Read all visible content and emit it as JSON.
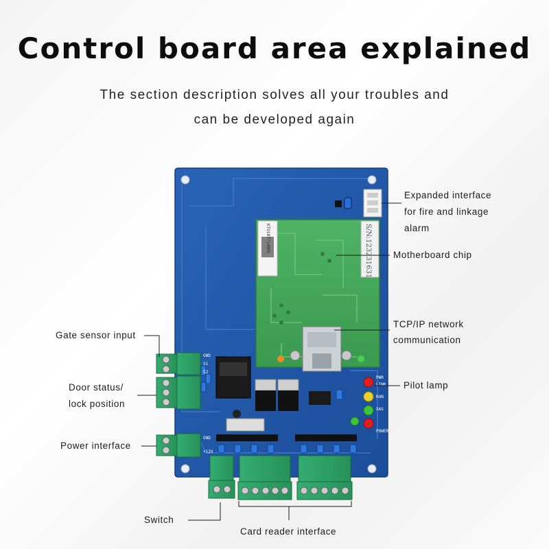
{
  "title": "Control board area explained",
  "subtitle_lines": [
    "The section description solves all your troubles and",
    "can be developed again"
  ],
  "labels": {
    "expanded_interface": [
      "Expanded interface",
      "for fire and linkage",
      "alarm"
    ],
    "motherboard_chip": "Motherboard chip",
    "tcpip": [
      "TCP/IP network",
      "communication"
    ],
    "pilot_lamp": "Pilot lamp",
    "gate_sensor": "Gate sensor input",
    "door_status": [
      "Door status/",
      "lock position"
    ],
    "power_interface": "Power interface",
    "switch": "Switch",
    "card_reader": "Card reader interface"
  },
  "board_text": {
    "serial_sticker": "S/N:123231631",
    "module_code": "KTO1077140MS",
    "pin_labels": [
      "GND",
      "+12V",
      "PWR",
      "LINK",
      "RUN",
      "SAS",
      "POWER",
      "GND",
      "S1",
      "S2"
    ]
  },
  "colors": {
    "board": "#1f56a8",
    "module": "#43a65a",
    "terminal": "#2fa56a",
    "led_red": "#e02020",
    "led_yellow": "#e8d22a",
    "led_green": "#3cc43c"
  }
}
